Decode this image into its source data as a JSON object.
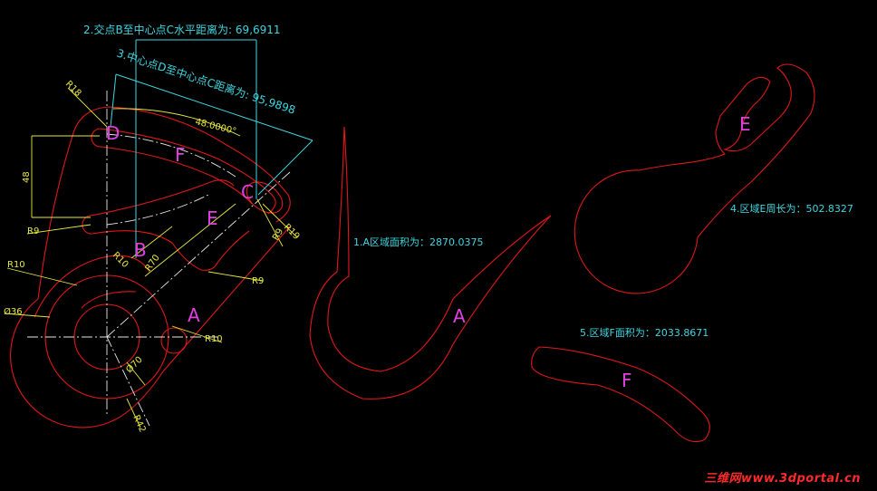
{
  "annotations": {
    "horizontal_distance": "2.交点B至中心点C水平距离为: 69,6911",
    "center_distance": "3.中心点D至中心点C距离为: 95,9898",
    "area_a": "1.A区域面积为：2870.0375",
    "perimeter_e": "4.区域E周长为：502.8327",
    "area_f": "5.区域F面积为：2033.8671"
  },
  "point_labels": {
    "d": "D",
    "c": "C",
    "b": "B",
    "f_left": "F",
    "e_left": "E",
    "a_left": "A",
    "a_right": "A",
    "e_right": "E",
    "f_right": "F"
  },
  "dimensions": {
    "r18": "R18",
    "angle": "48.0000°",
    "height48": "48",
    "r9_left": "R9",
    "r10_left": "R10",
    "r10_inner": "R10",
    "r70": "R70",
    "r9_mid": "R9",
    "r9_c": "R9",
    "r19": "R19",
    "d36": "Ø36",
    "r10_bottom": "R10",
    "d70": "Ø70",
    "r42": "R42"
  },
  "watermark": "三维网www.3dportal.cn",
  "colors": {
    "background": "#000000",
    "geometry": "#e01818",
    "annotation": "#3fd6e0",
    "dimension": "#e8e840",
    "region_label": "#e040e0"
  }
}
